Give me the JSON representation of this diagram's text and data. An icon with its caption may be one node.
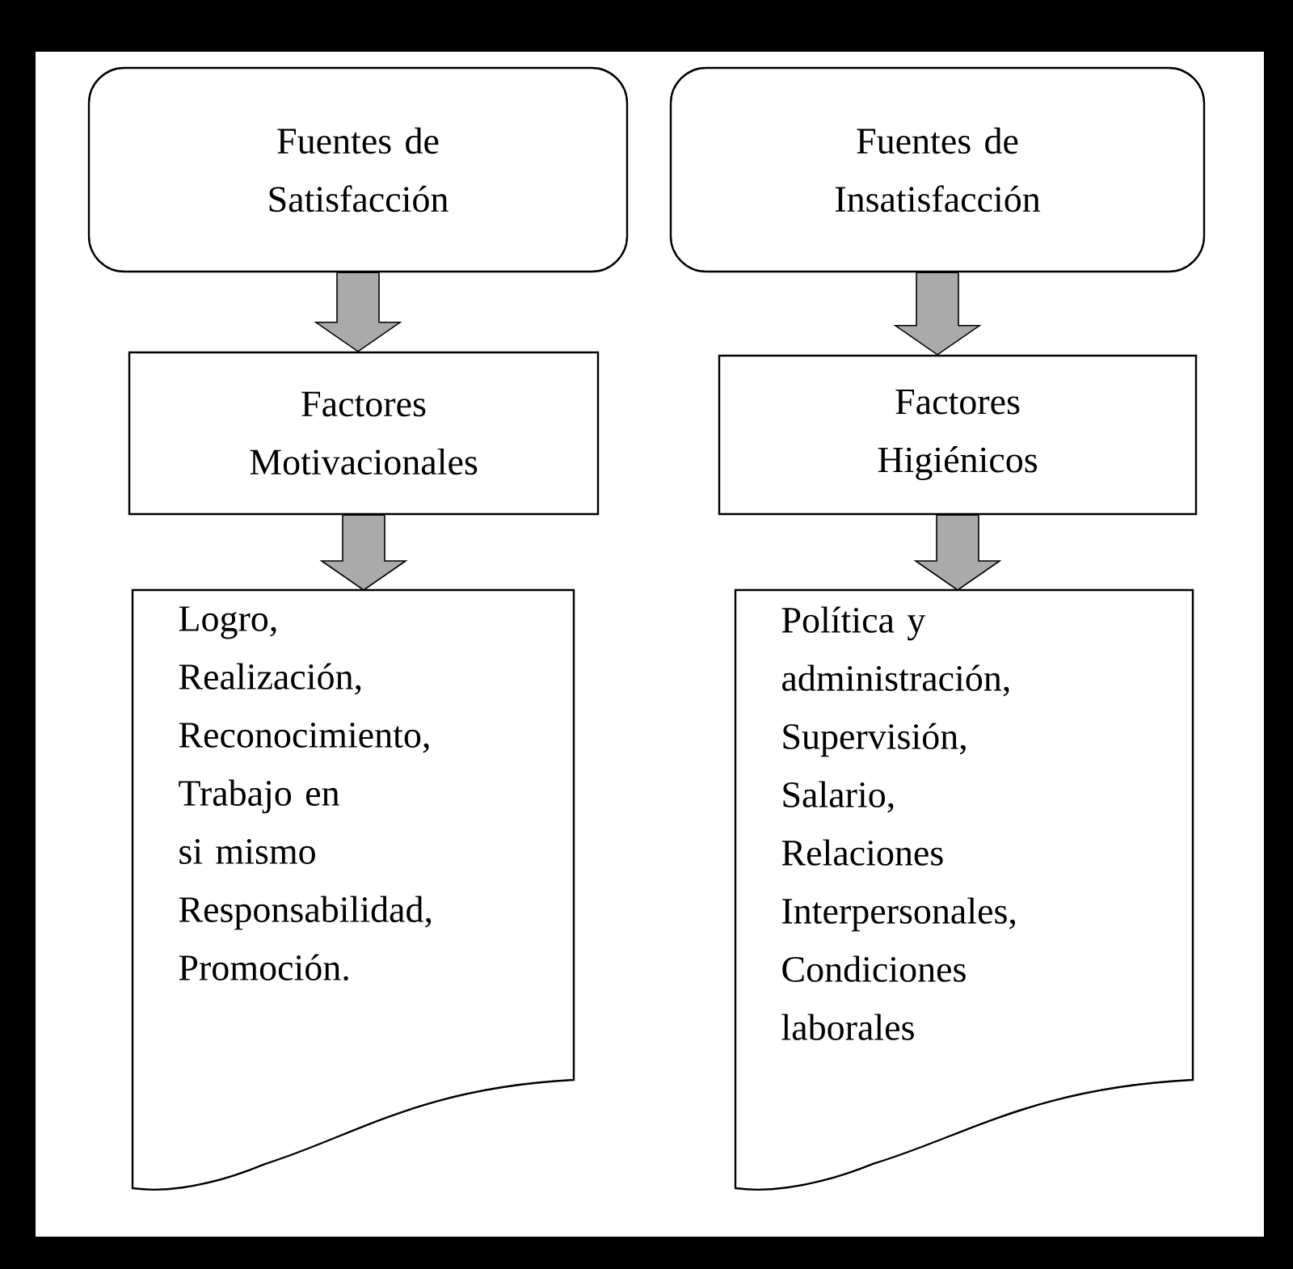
{
  "diagram": {
    "nodes": [
      {
        "text": [
          "Fuentes de Satisfacción"
        ]
      },
      {
        "text": [
          "Fuentes de Insatisfacción"
        ]
      },
      {
        "text": [
          "Factores Motivacionales"
        ]
      },
      {
        "text": [
          "Factores Higiénicos"
        ]
      },
      {
        "text": [
          "Logro, Realización, Reconocimiento, Trabajo en si mismo Responsabilidad, Promoción."
        ]
      },
      {
        "text": [
          "Política y administración, Supervisión, Salario, Relaciones Interpersonales, Condiciones laborales"
        ]
      }
    ],
    "edges": [
      {
        "from": 0,
        "to": 2,
        "arrow": "to"
      },
      {
        "from": 1,
        "to": 3,
        "arrow": "to"
      },
      {
        "from": 2,
        "to": 4,
        "arrow": "to"
      },
      {
        "from": 3,
        "to": 5,
        "arrow": "to"
      }
    ]
  }
}
